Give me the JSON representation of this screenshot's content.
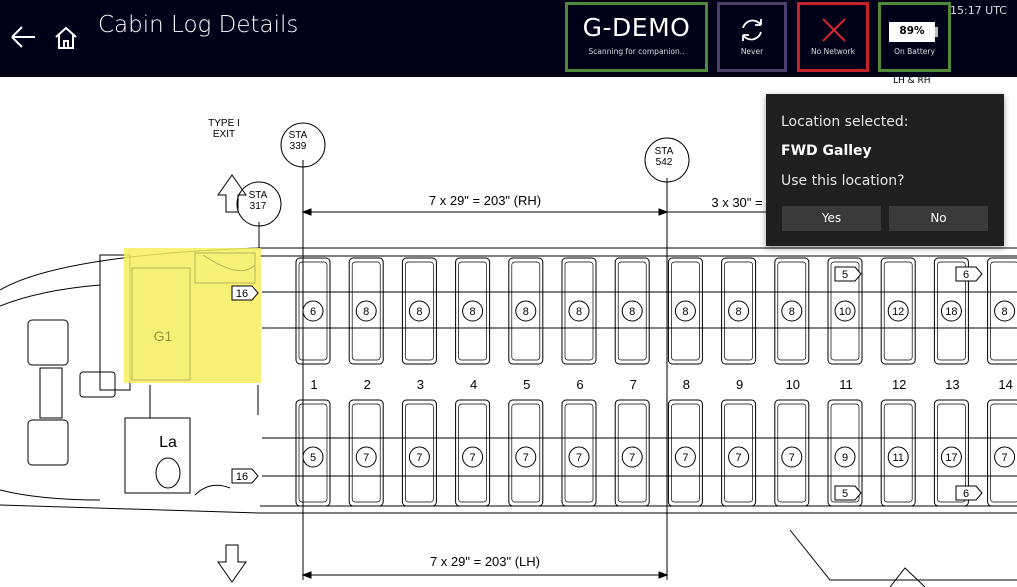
{
  "header": {
    "title": "Cabin Log Details",
    "utc_time": "15:17 UTC"
  },
  "status_tiles": {
    "aircraft": {
      "value": "G-DEMO",
      "label": "Scanning for companion..",
      "border_color": "#4e8a3a"
    },
    "sync": {
      "label": "Never",
      "border_color": "#4b3f6b"
    },
    "network": {
      "label": "No Network",
      "border_color": "#c4232a"
    },
    "battery": {
      "percent": "89%",
      "label": "On Battery",
      "border_color": "#4e8a3a"
    }
  },
  "diagram": {
    "exit_label": "TYPE I\nEXIT",
    "stations": [
      "STA\n339",
      "STA\n317",
      "STA\n542"
    ],
    "dim_rh": "7 x 29\" = 203\" (RH)",
    "dim_rh2": "3 x 30\" =",
    "dim_lh": "7 x 29\" = 203\" (LH)",
    "side_label": "LH & RH",
    "galley_label": "G1",
    "lav_label": "La",
    "row_numbers": [
      "1",
      "2",
      "3",
      "4",
      "5",
      "6",
      "7",
      "8",
      "9",
      "10",
      "11",
      "12",
      "13",
      "14"
    ],
    "upper_seat_marks": [
      "6",
      "8",
      "8",
      "8",
      "8",
      "8",
      "8",
      "8",
      "8",
      "8",
      "10",
      "12",
      "18",
      "8"
    ],
    "lower_seat_marks": [
      "5",
      "7",
      "7",
      "7",
      "7",
      "7",
      "7",
      "7",
      "7",
      "7",
      "9",
      "11",
      "17",
      "7"
    ],
    "flag_marks": {
      "upper_left": "16",
      "lower_left": "16",
      "upper_mid": "5",
      "upper_right": "6",
      "lower_mid": "5",
      "lower_right": "6"
    }
  },
  "popup": {
    "line1": "Location selected:",
    "location": "FWD Galley",
    "question": "Use this location?",
    "yes": "Yes",
    "no": "No"
  }
}
